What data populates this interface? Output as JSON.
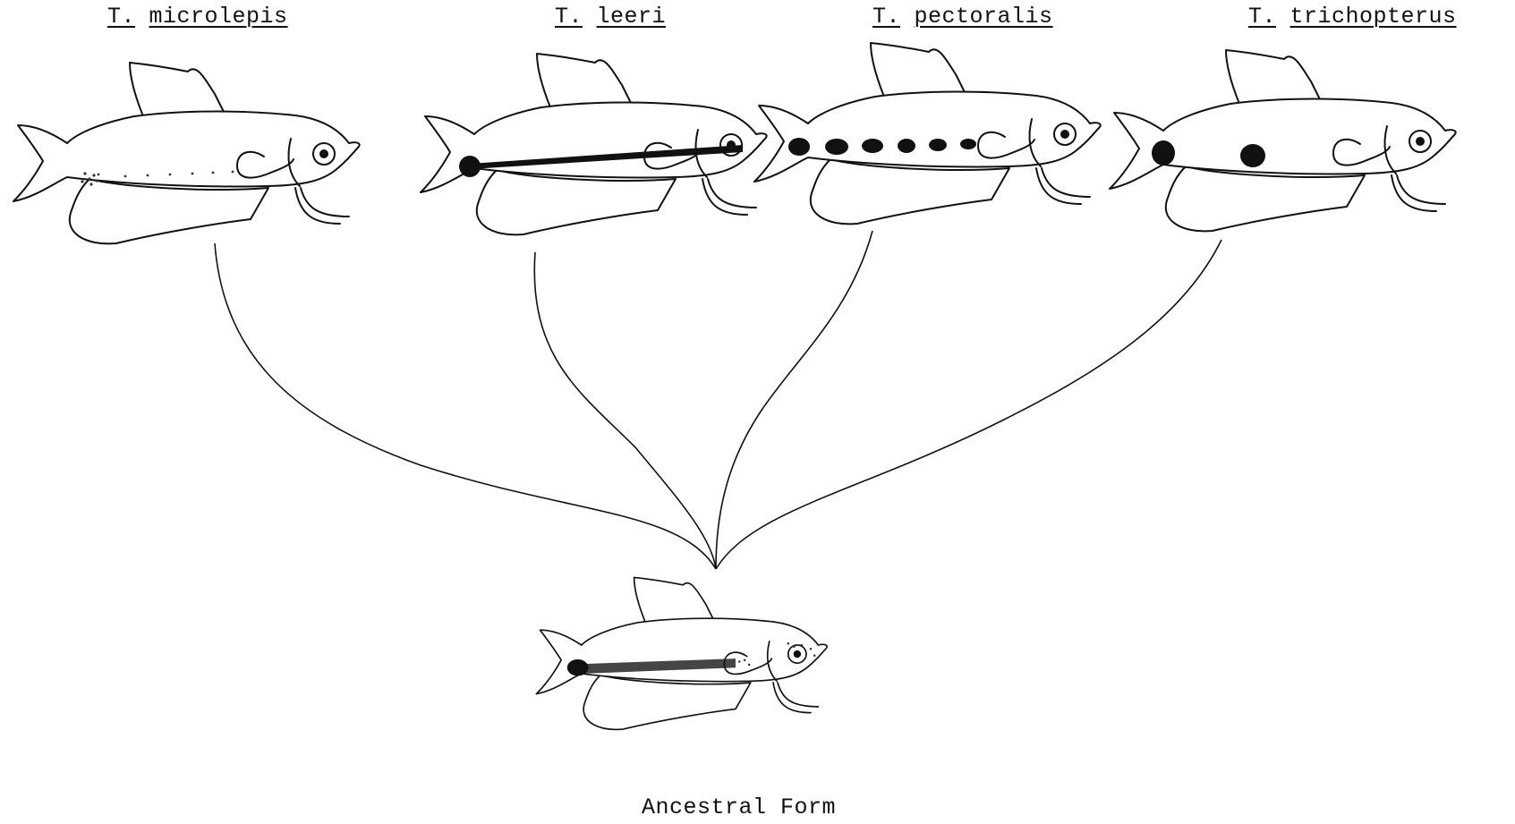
{
  "species": [
    {
      "genus_abbrev": "T.",
      "epithet": "microlepis"
    },
    {
      "genus_abbrev": "T.",
      "epithet": "leeri"
    },
    {
      "genus_abbrev": "T.",
      "epithet": "pectoralis"
    },
    {
      "genus_abbrev": "T.",
      "epithet": "trichopterus"
    }
  ],
  "ancestor_label": "Ancestral Form"
}
